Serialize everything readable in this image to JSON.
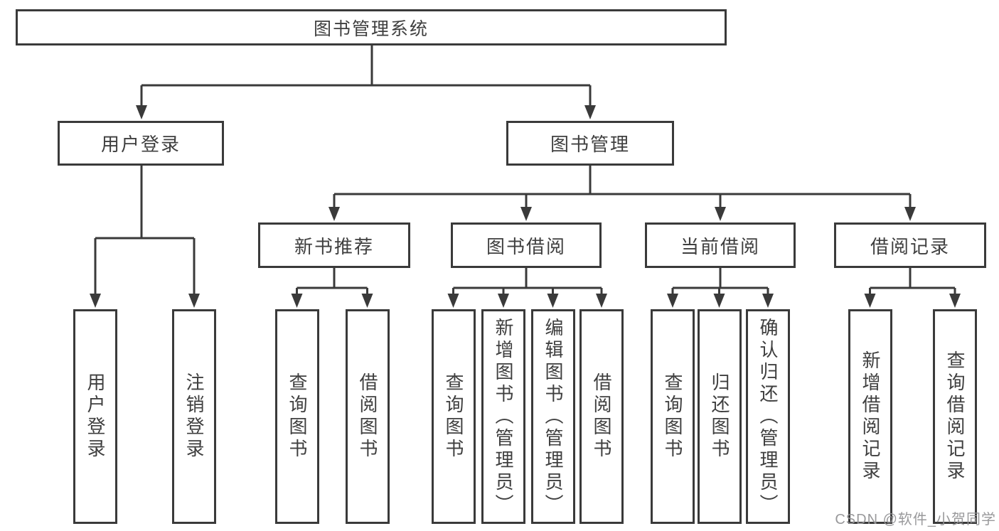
{
  "root": {
    "label": "图书管理系统"
  },
  "level1": [
    {
      "label": "用户登录"
    },
    {
      "label": "图书管理"
    }
  ],
  "level2": [
    {
      "label": "新书推荐"
    },
    {
      "label": "图书借阅"
    },
    {
      "label": "当前借阅"
    },
    {
      "label": "借阅记录"
    }
  ],
  "leaves": [
    {
      "label": "用户登录"
    },
    {
      "label": "注销登录"
    },
    {
      "label": "查询图书"
    },
    {
      "label": "借阅图书"
    },
    {
      "label": "查询图书"
    },
    {
      "label": "新增图书（管理员）"
    },
    {
      "label": "编辑图书（管理员）"
    },
    {
      "label": "借阅图书"
    },
    {
      "label": "查询图书"
    },
    {
      "label": "归还图书"
    },
    {
      "label": "确认归还（管理员）"
    },
    {
      "label": "新增借阅记录"
    },
    {
      "label": "查询借阅记录"
    }
  ],
  "watermark": {
    "label": "CSDN @软件_小贺同学"
  },
  "colors": {
    "line": "#3a3a3a",
    "text": "#3f3f3f",
    "background": "#ffffff",
    "watermark": "#949496"
  }
}
